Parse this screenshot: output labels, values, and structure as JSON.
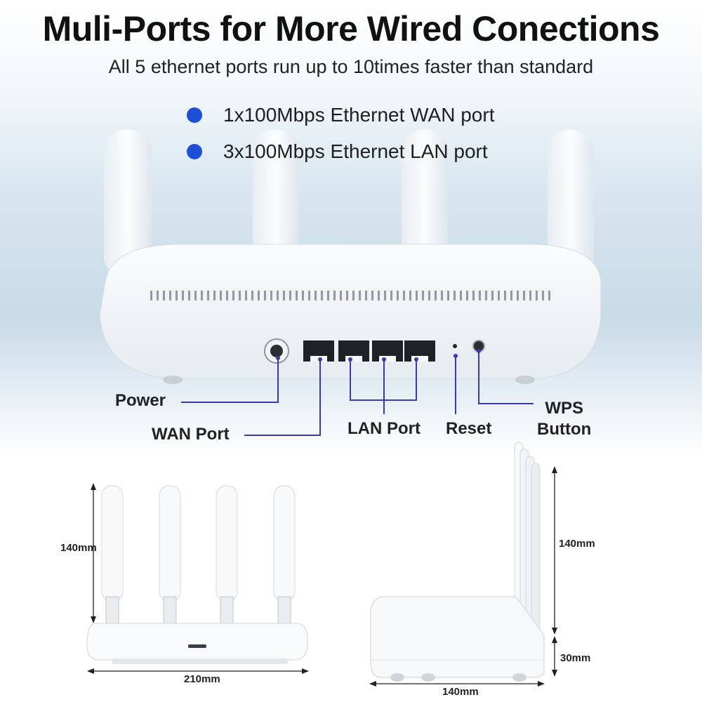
{
  "header": {
    "title": "Muli-Ports for More Wired Conections",
    "subtitle": "All 5 ethernet ports run up to 10times faster than standard"
  },
  "features": [
    "1x100Mbps Ethernet WAN port",
    "3x100Mbps Ethernet LAN port"
  ],
  "port_labels": {
    "power": "Power",
    "wan": "WAN Port",
    "lan": "LAN Port",
    "reset": "Reset",
    "wps": "WPS\nButton"
  },
  "dimensions": {
    "front_height": "140mm",
    "front_width": "210mm",
    "side_height": "140mm",
    "side_body_height": "30mm",
    "side_depth": "140mm"
  },
  "colors": {
    "bullet": "#1d4fd6",
    "callout_line": "#3a3aa8"
  }
}
